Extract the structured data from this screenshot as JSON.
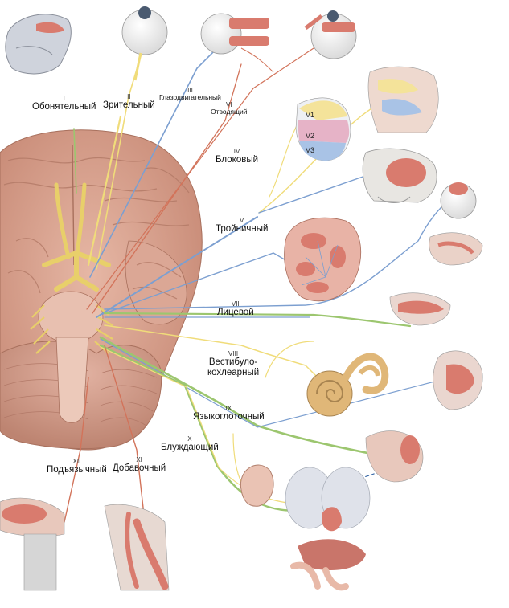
{
  "nerves": [
    {
      "id": "I",
      "number": "I",
      "name": "Обонятельный"
    },
    {
      "id": "II",
      "number": "II",
      "name": "Зрительный"
    },
    {
      "id": "III",
      "number": "III",
      "name": "Глазодвигательный"
    },
    {
      "id": "VI",
      "number": "VI",
      "name": "Отводящий"
    },
    {
      "id": "IV",
      "number": "IV",
      "name": "Блоковый"
    },
    {
      "id": "V",
      "number": "V",
      "name": "Тройничный"
    },
    {
      "id": "VII",
      "number": "VII",
      "name": "Лицевой"
    },
    {
      "id": "VIII",
      "number": "VIII",
      "name": "Вестибуло-",
      "name2": "кохлеарный"
    },
    {
      "id": "IX",
      "number": "IX",
      "name": "Языкоглоточный"
    },
    {
      "id": "X",
      "number": "X",
      "name": "Блуждающий"
    },
    {
      "id": "XI",
      "number": "XI",
      "name": "Добавочный"
    },
    {
      "id": "XII",
      "number": "XII",
      "name": "Подъязычный"
    }
  ],
  "trigeminal_branches": [
    "V1",
    "V2",
    "V3"
  ],
  "colors": {
    "brain": "#d9a48f",
    "brain_dark": "#b97a66",
    "nerve_yellow": "#f0dc7a",
    "nerve_blue": "#7c9fd0",
    "nerve_red": "#d2735a",
    "nerve_green": "#9cc66f",
    "muscle": "#d97b6e",
    "skin": "#e8c8bc"
  }
}
